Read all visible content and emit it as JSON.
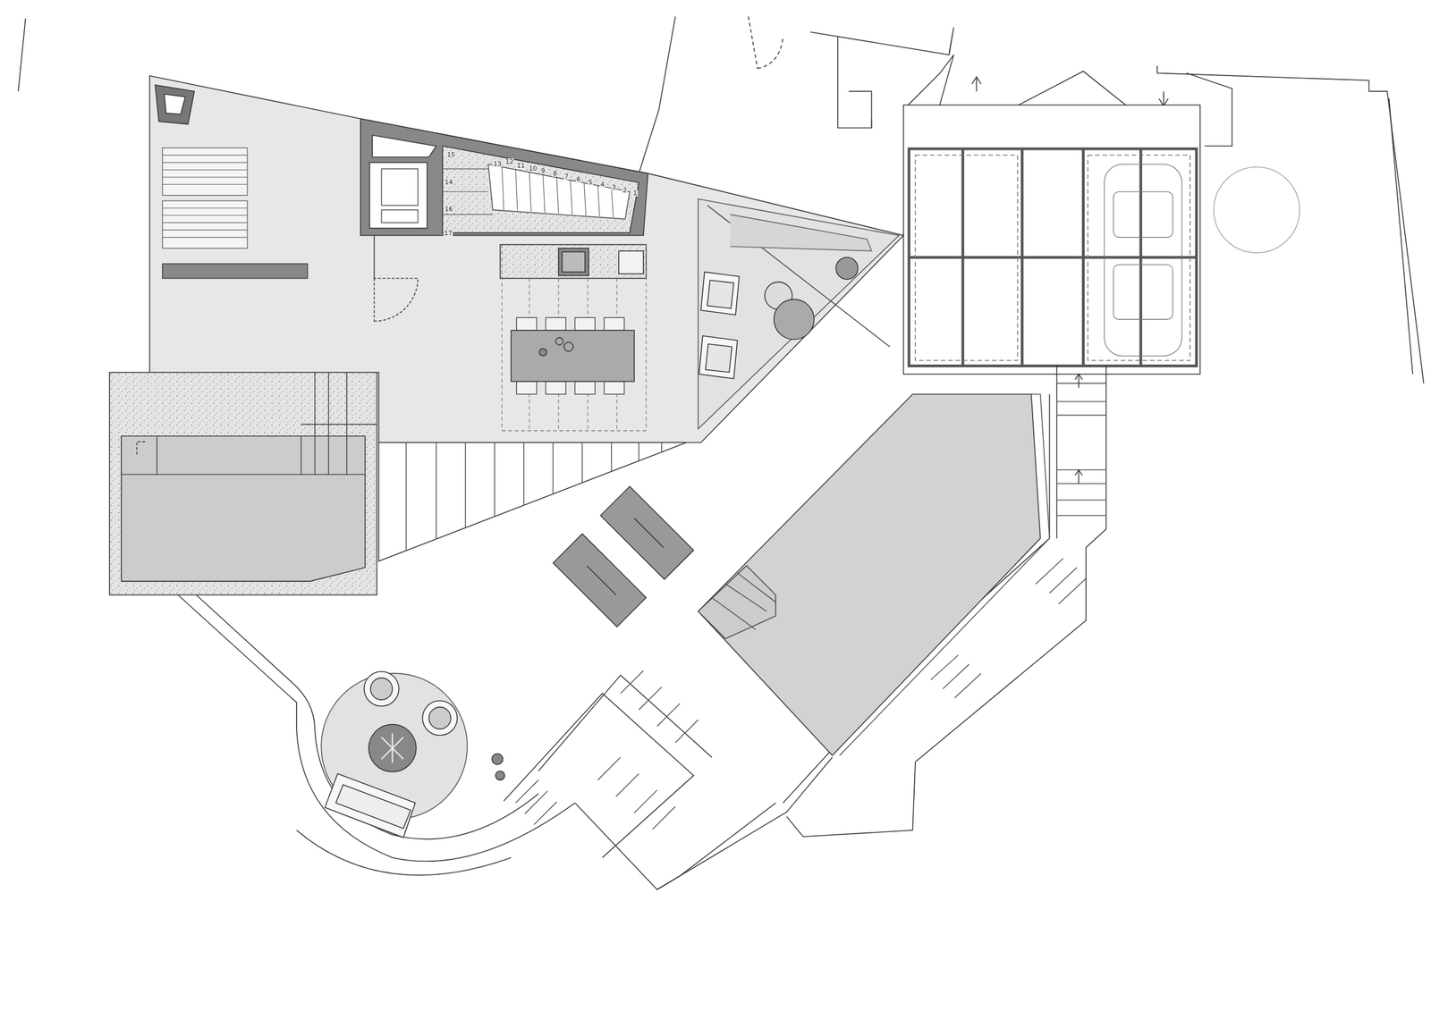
{
  "diagram": {
    "labels": [
      "15",
      "14",
      "16",
      "17",
      "13",
      "12",
      "11",
      "10",
      "9",
      "8",
      "7",
      "6",
      "5",
      "4",
      "3",
      "2",
      "1"
    ]
  }
}
